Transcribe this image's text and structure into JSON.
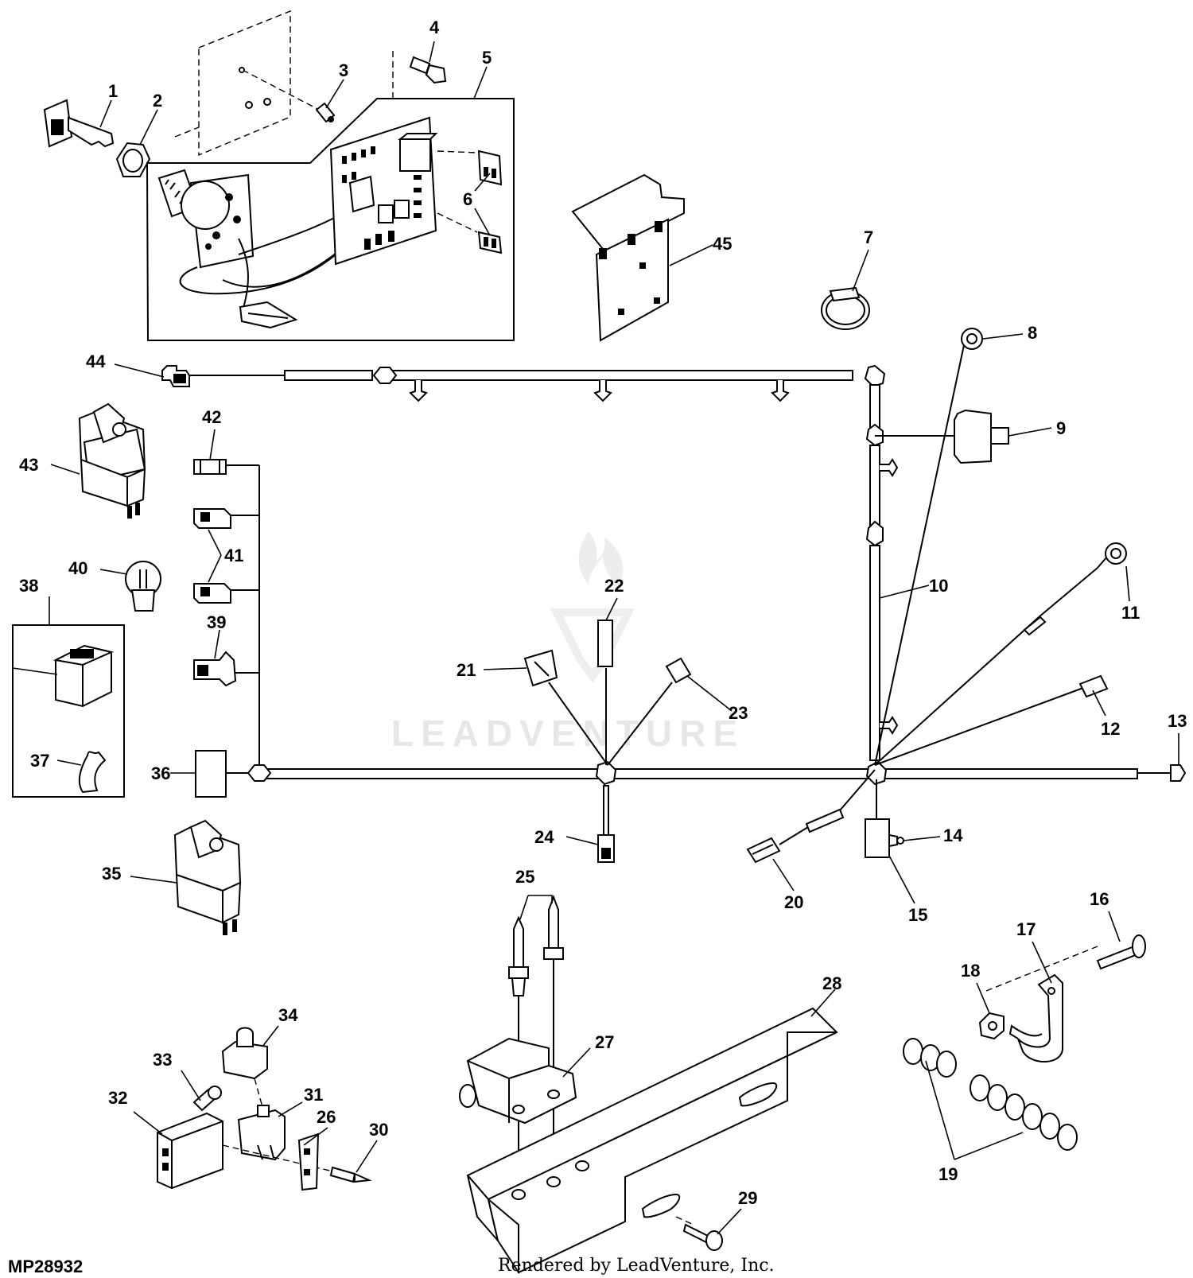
{
  "diagram": {
    "figure_id": "MP28932",
    "credit": "Rendered by LeadVenture, Inc.",
    "watermark": "LEADVENTURE",
    "callouts": [
      {
        "id": "c1",
        "label": "1"
      },
      {
        "id": "c2",
        "label": "2"
      },
      {
        "id": "c3",
        "label": "3"
      },
      {
        "id": "c4",
        "label": "4"
      },
      {
        "id": "c5",
        "label": "5"
      },
      {
        "id": "c6",
        "label": "6"
      },
      {
        "id": "c7",
        "label": "7"
      },
      {
        "id": "c8",
        "label": "8"
      },
      {
        "id": "c9",
        "label": "9"
      },
      {
        "id": "c10",
        "label": "10"
      },
      {
        "id": "c11",
        "label": "11"
      },
      {
        "id": "c12",
        "label": "12"
      },
      {
        "id": "c13",
        "label": "13"
      },
      {
        "id": "c14",
        "label": "14"
      },
      {
        "id": "c15",
        "label": "15"
      },
      {
        "id": "c16",
        "label": "16"
      },
      {
        "id": "c17",
        "label": "17"
      },
      {
        "id": "c18",
        "label": "18"
      },
      {
        "id": "c19",
        "label": "19"
      },
      {
        "id": "c20",
        "label": "20"
      },
      {
        "id": "c21",
        "label": "21"
      },
      {
        "id": "c22",
        "label": "22"
      },
      {
        "id": "c23",
        "label": "23"
      },
      {
        "id": "c24",
        "label": "24"
      },
      {
        "id": "c25",
        "label": "25"
      },
      {
        "id": "c26",
        "label": "26"
      },
      {
        "id": "c27",
        "label": "27"
      },
      {
        "id": "c28",
        "label": "28"
      },
      {
        "id": "c29",
        "label": "29"
      },
      {
        "id": "c30",
        "label": "30"
      },
      {
        "id": "c31",
        "label": "31"
      },
      {
        "id": "c32",
        "label": "32"
      },
      {
        "id": "c33",
        "label": "33"
      },
      {
        "id": "c34",
        "label": "34"
      },
      {
        "id": "c35",
        "label": "35"
      },
      {
        "id": "c36",
        "label": "36"
      },
      {
        "id": "c37",
        "label": "37"
      },
      {
        "id": "c38",
        "label": "38"
      },
      {
        "id": "c39",
        "label": "39"
      },
      {
        "id": "c40",
        "label": "40"
      },
      {
        "id": "c41",
        "label": "41"
      },
      {
        "id": "c42",
        "label": "42"
      },
      {
        "id": "c43",
        "label": "43"
      },
      {
        "id": "c44",
        "label": "44"
      },
      {
        "id": "c45",
        "label": "45"
      }
    ]
  }
}
